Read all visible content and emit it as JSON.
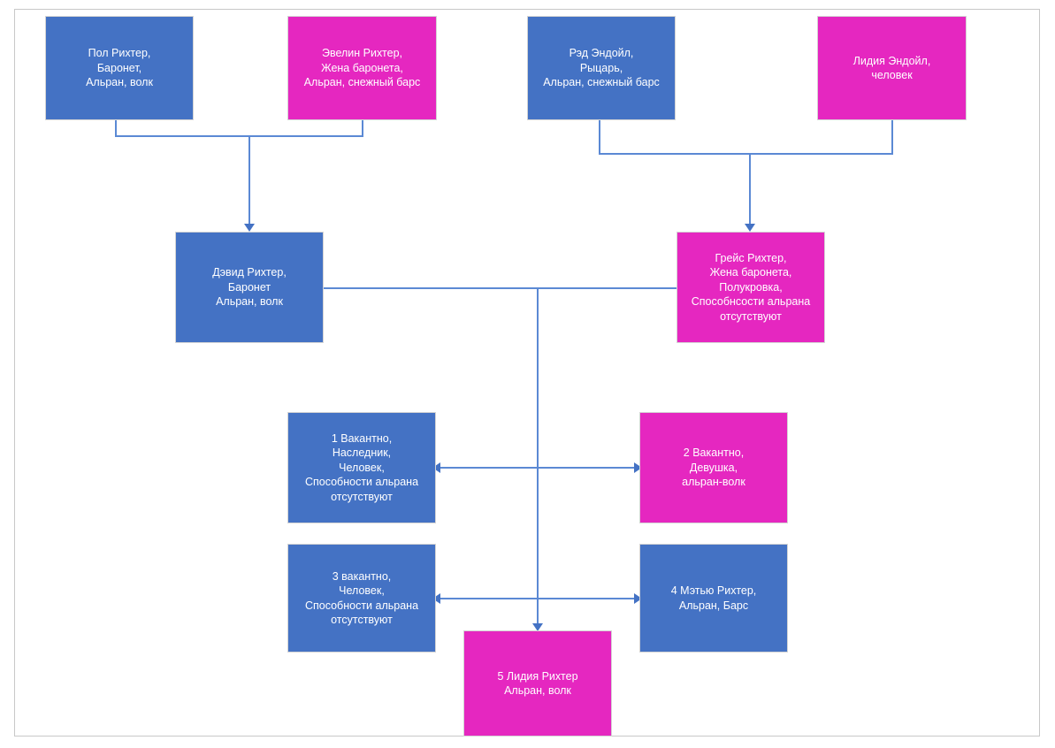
{
  "diagram": {
    "type": "family-tree",
    "title": "",
    "colors": {
      "blue": "#4472C4",
      "magenta": "#E527C0",
      "connector": "#5B89D4",
      "page_border": "#C8C8C8",
      "node_text": "#FFFFFF"
    },
    "nodes": [
      {
        "id": "paul-richter",
        "text": "Пол Рихтер,\nБаронет,\nАльран, волк",
        "color": "blue",
        "generation": 1
      },
      {
        "id": "evelyn-richter",
        "text": "Эвелин Рихтер,\nЖена баронета,\nАльран, снежный барс",
        "color": "magenta",
        "generation": 1
      },
      {
        "id": "red-endoyl",
        "text": "Рэд Эндойл,\nРыцарь,\nАльран, снежный барс",
        "color": "blue",
        "generation": 1
      },
      {
        "id": "lidia-endoyl",
        "text": "Лидия Эндойл,\nчеловек",
        "color": "magenta",
        "generation": 1
      },
      {
        "id": "david-richter",
        "text": "Дэвид Рихтер,\nБаронет\nАльран, волк",
        "color": "blue",
        "generation": 2
      },
      {
        "id": "grace-richter",
        "text": "Грейс Рихтер,\nЖена баронета,\nПолукровка,\nСпособнсости альрана\nотсутствуют",
        "color": "magenta",
        "generation": 2
      },
      {
        "id": "child-1",
        "text": "1 Вакантно,\nНаследник,\nЧеловек,\nСпособности альрана\nотсутствуют",
        "color": "blue",
        "generation": 3
      },
      {
        "id": "child-2",
        "text": "2 Вакантно,\nДевушка,\nальран-волк",
        "color": "magenta",
        "generation": 3
      },
      {
        "id": "child-3",
        "text": "3 вакантно,\nЧеловек,\nСпособности альрана\nотсутствуют",
        "color": "blue",
        "generation": 3
      },
      {
        "id": "child-4",
        "text": "4 Мэтью Рихтер,\nАльран, Барс",
        "color": "blue",
        "generation": 3
      },
      {
        "id": "child-5",
        "text": "5 Лидия Рихтер\nАльран, волк",
        "color": "magenta",
        "generation": 3
      }
    ]
  }
}
